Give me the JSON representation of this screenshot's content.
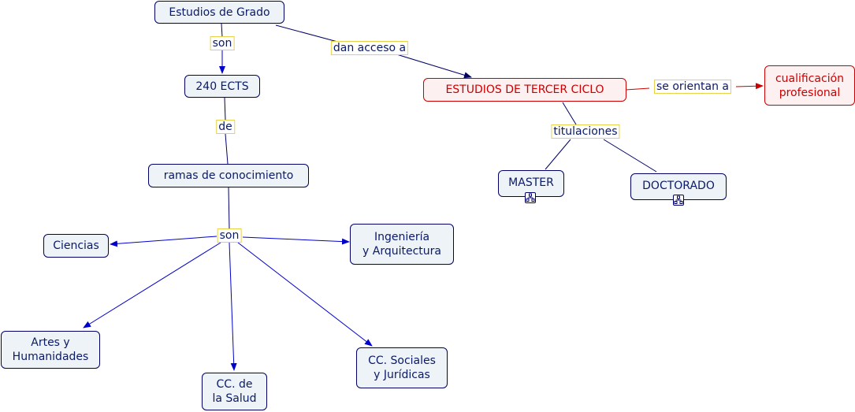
{
  "nodes": {
    "estudios_grado": "Estudios de Grado",
    "ects": "240 ECTS",
    "ramas": "ramas de conocimiento",
    "ciencias": "Ciencias",
    "ingenieria": "Ingeniería\ny Arquitectura",
    "artes": "Artes y\nHumanidades",
    "salud": "CC. de\nla Salud",
    "sociales": "CC. Sociales\ny Jurídicas",
    "tercer_ciclo": "ESTUDIOS DE TERCER CICLO",
    "cualificacion": "cualificación\nprofesional",
    "master": "MASTER",
    "doctorado": "DOCTORADO"
  },
  "links": {
    "son_1": "son",
    "dan_acceso": "dan acceso a",
    "de": "de",
    "son_2": "son",
    "se_orientan": "se orientan a",
    "titulaciones": "titulaciones"
  },
  "colors": {
    "concept_border": "#000066",
    "concept_fill": "#eef3f8",
    "concept_text": "#0a1a66",
    "highlight": "#cc0000",
    "arrow_blue": "#0000cc",
    "link_label_border": "#e8d24a"
  },
  "icons": {
    "master_submap": "submap-icon",
    "doctorado_submap": "submap-icon"
  }
}
